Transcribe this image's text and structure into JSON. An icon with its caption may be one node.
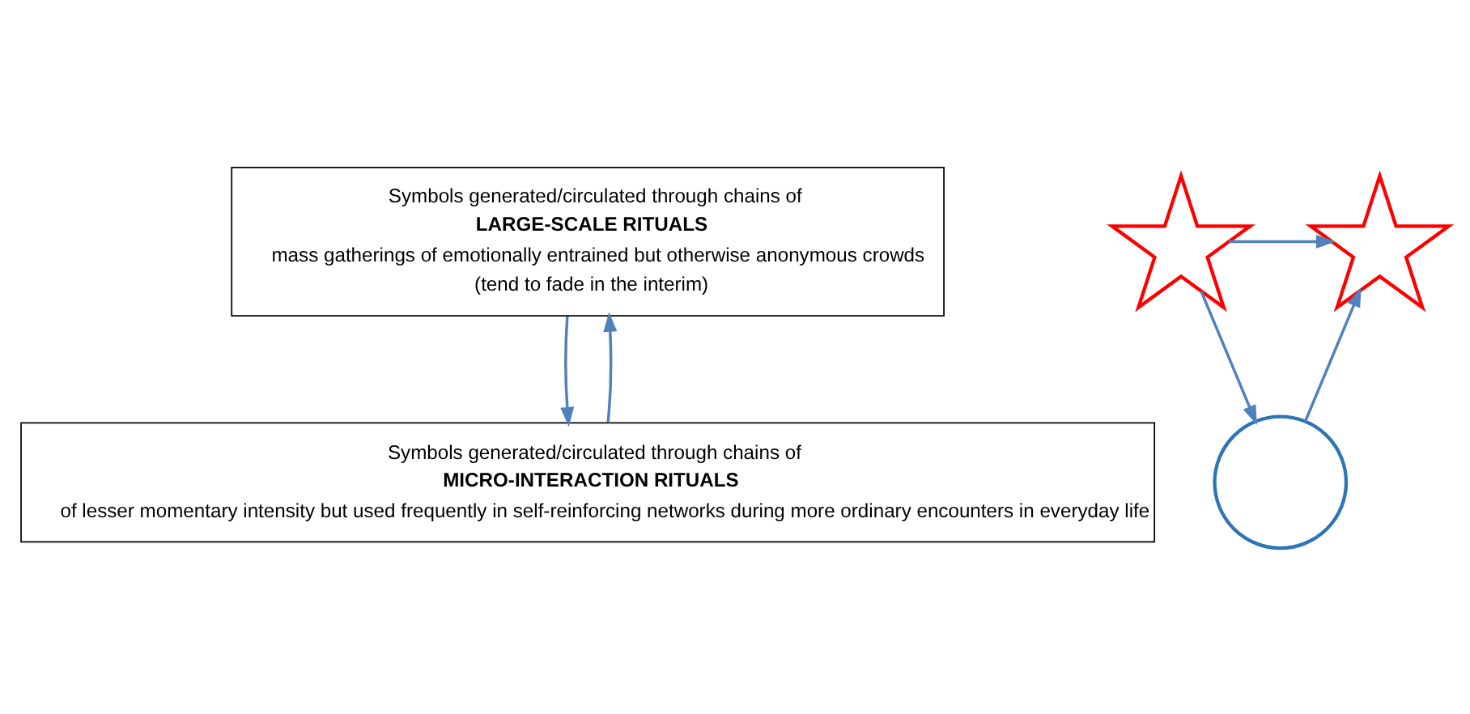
{
  "diagram": {
    "nodes": [
      {
        "text": [
          "Symbols generated/circulated through chains of",
          "LARGE-SCALE RITUALS",
          "mass gatherings of emotionally entrained but otherwise anonymous crowds",
          "(tend to fade in the interim)"
        ]
      },
      {
        "text": [
          "Symbols generated/circulated through chains of",
          "MICRO-INTERACTION RITUALS",
          "of lesser momentary intensity but used frequently in self-reinforcing networks during more ordinary encounters in everyday life"
        ]
      },
      {
        "text": [],
        "shape": "star"
      },
      {
        "text": [],
        "shape": "star"
      },
      {
        "text": [],
        "shape": "circle"
      }
    ],
    "edges": [
      {
        "from": 0,
        "to": 1,
        "arrow": "to"
      },
      {
        "from": 1,
        "to": 0,
        "arrow": "to"
      },
      {
        "from": 2,
        "to": 3,
        "arrow": "to"
      },
      {
        "from": 2,
        "to": 4,
        "arrow": "to"
      },
      {
        "from": 4,
        "to": 3,
        "arrow": "to"
      }
    ]
  }
}
